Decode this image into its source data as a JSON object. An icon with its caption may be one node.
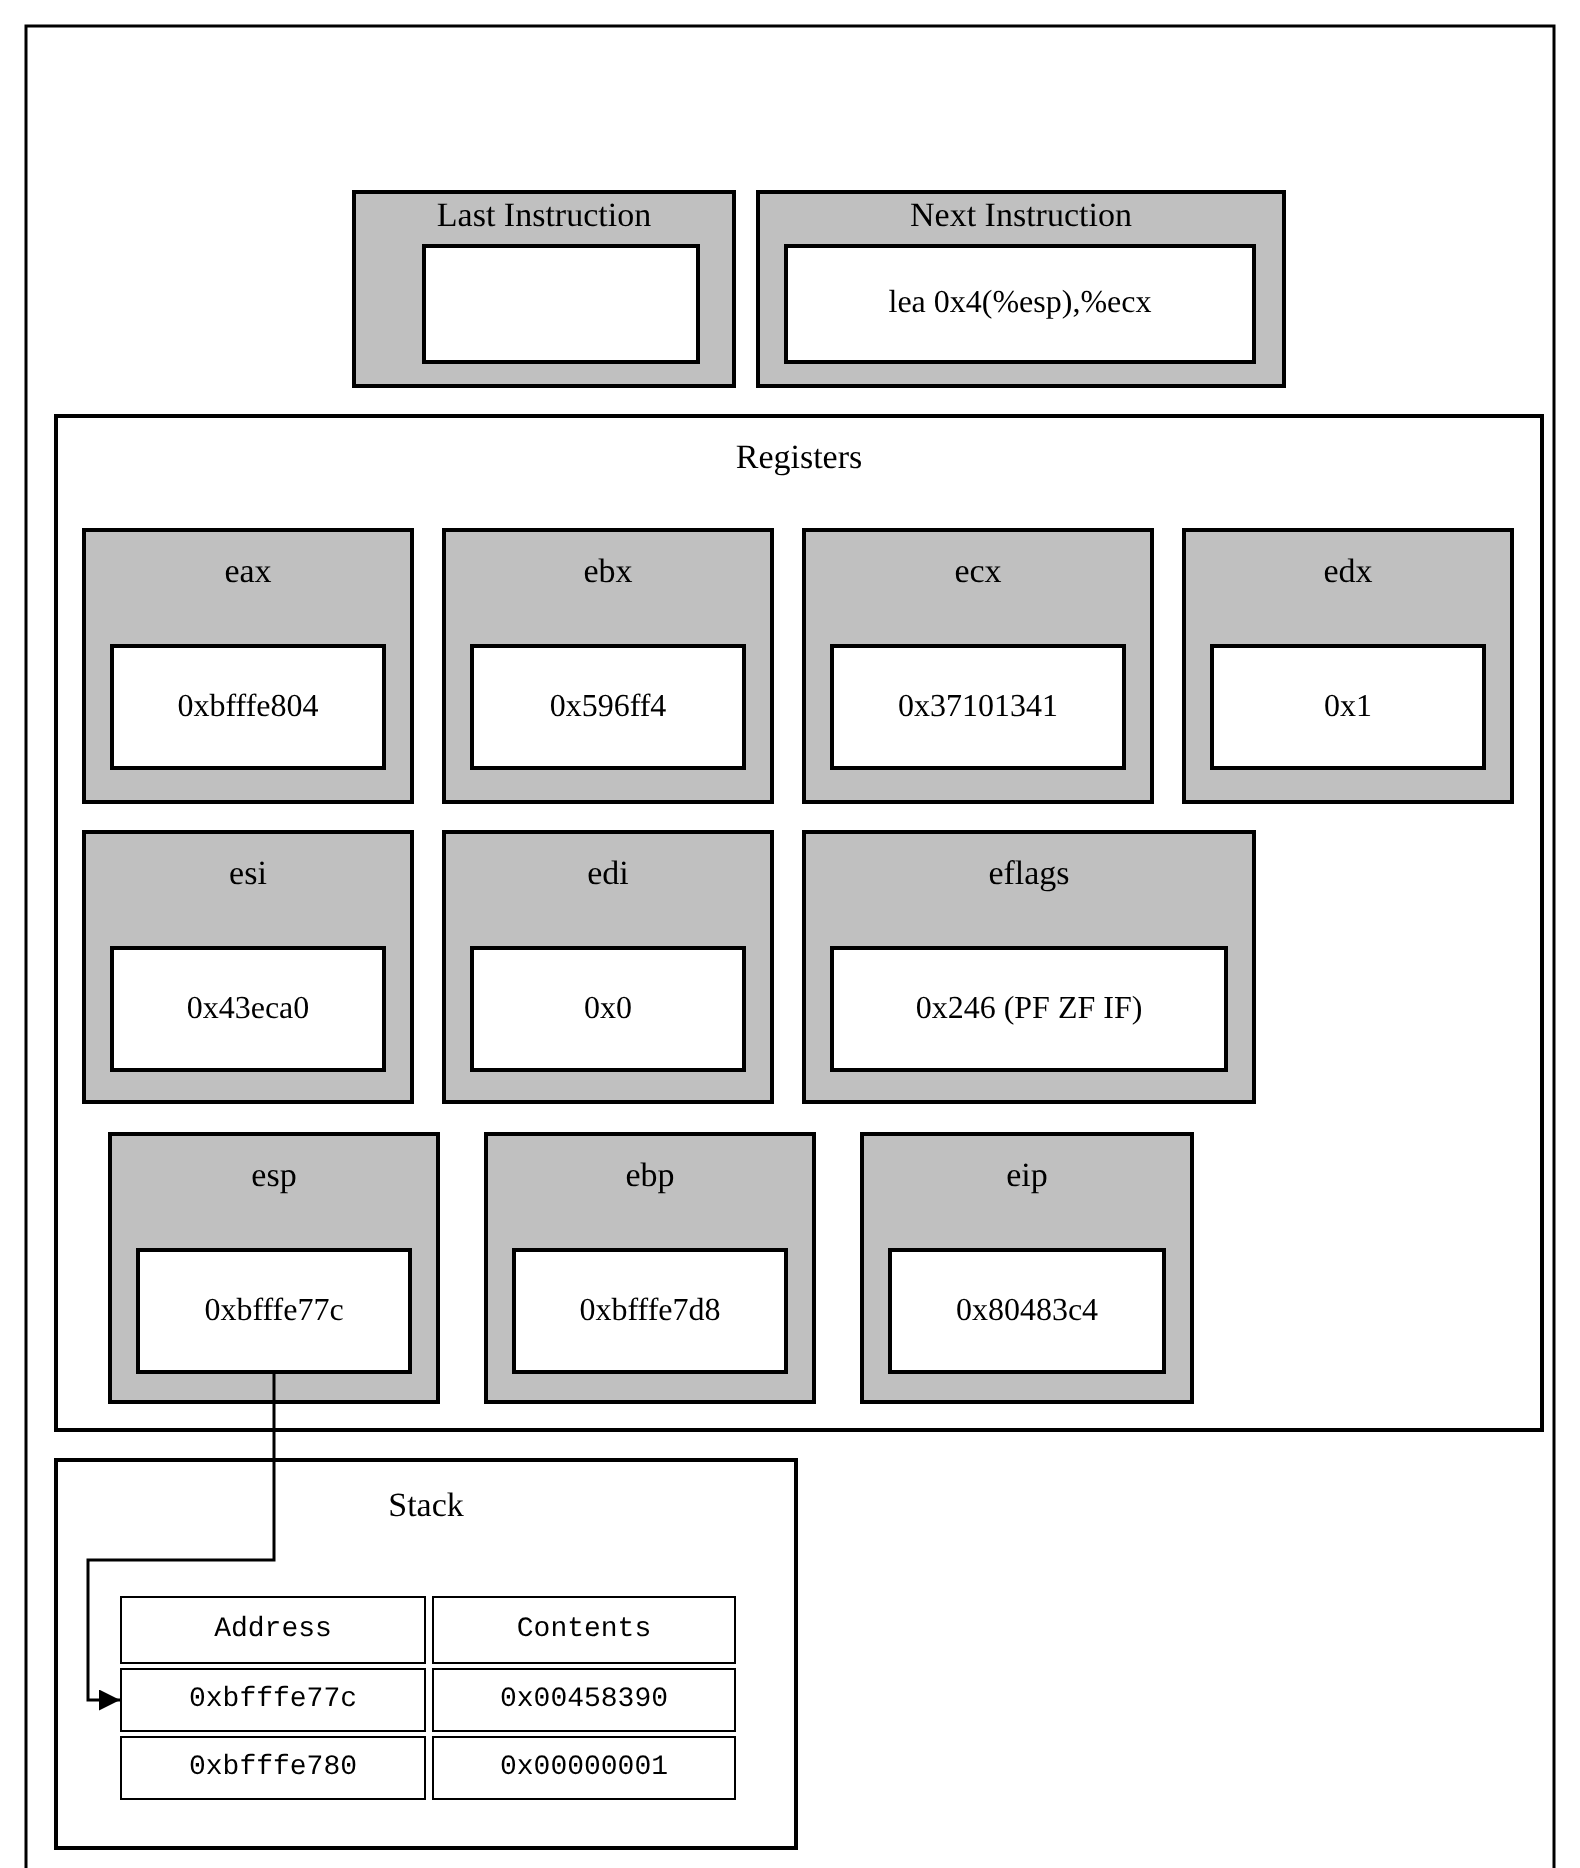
{
  "diagram": {
    "nodes": [
      {
        "text": [
          "Last Instruction"
        ]
      },
      {
        "text": [],
        "shape": "box",
        "in": 0
      },
      {
        "text": [
          "Next Instruction"
        ]
      },
      {
        "text": [
          "lea 0x4(%esp),%ecx"
        ],
        "in": 2
      },
      {
        "text": [
          "Registers"
        ]
      },
      {
        "text": [
          "eax"
        ],
        "in": 4
      },
      {
        "text": [
          "0xbfffe804"
        ],
        "in": 5
      },
      {
        "text": [
          "ebx"
        ],
        "in": 4
      },
      {
        "text": [
          "0x596ff4"
        ],
        "in": 7
      },
      {
        "text": [
          "ecx"
        ],
        "in": 4
      },
      {
        "text": [
          "0x37101341"
        ],
        "in": 9
      },
      {
        "text": [
          "edx"
        ],
        "in": 4
      },
      {
        "text": [
          "0x1"
        ],
        "in": 11
      },
      {
        "text": [
          "esi"
        ],
        "in": 4
      },
      {
        "text": [
          "0x43eca0"
        ],
        "in": 13
      },
      {
        "text": [
          "edi"
        ],
        "in": 4
      },
      {
        "text": [
          "0x0"
        ],
        "in": 15
      },
      {
        "text": [
          "eflags"
        ],
        "in": 4
      },
      {
        "text": [
          "0x246 (PF ZF IF)"
        ],
        "in": 17
      },
      {
        "text": [
          "esp"
        ],
        "in": 4
      },
      {
        "text": [
          "0xbfffe77c"
        ],
        "in": 19
      },
      {
        "text": [
          "ebp"
        ],
        "in": 4
      },
      {
        "text": [
          "0xbfffe7d8"
        ],
        "in": 21
      },
      {
        "text": [
          "eip"
        ],
        "in": 4
      },
      {
        "text": [
          "0x80483c4"
        ],
        "in": 23
      },
      {
        "text": [
          "Stack"
        ]
      },
      {
        "text": [
          "Address"
        ],
        "in": 25
      },
      {
        "text": [
          "Contents"
        ],
        "in": 25
      },
      {
        "text": [
          "0xbfffe77c"
        ],
        "in": 25
      },
      {
        "text": [
          "0x00458390"
        ],
        "in": 25
      },
      {
        "text": [
          "0xbfffe780"
        ],
        "in": 25
      },
      {
        "text": [
          "0x00000001"
        ],
        "in": 25
      }
    ],
    "edges": [
      {
        "from": 20,
        "to": 28,
        "arrow": "to"
      }
    ]
  }
}
